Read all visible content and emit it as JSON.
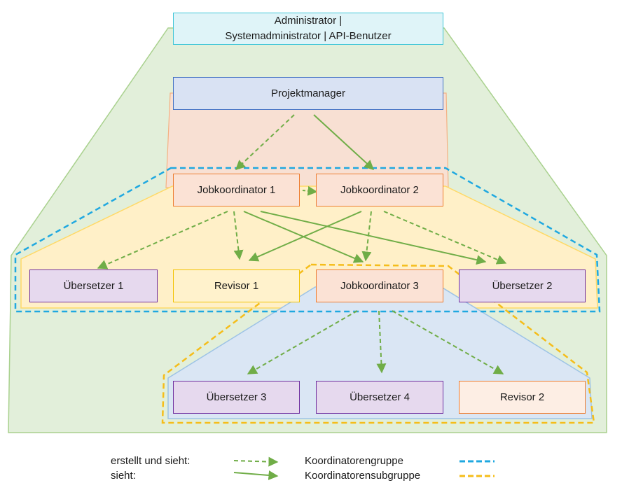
{
  "roles": {
    "admin": [
      "Administrator |",
      "Systemadministrator | API-Benutzer"
    ],
    "projektmanager": "Projektmanager",
    "jobkoordinator_1": "Jobkoordinator 1",
    "jobkoordinator_2": "Jobkoordinator 2",
    "jobkoordinator_3": "Jobkoordinator 3",
    "uebersetzer_1": "Übersetzer 1",
    "uebersetzer_2": "Übersetzer 2",
    "uebersetzer_3": "Übersetzer 3",
    "uebersetzer_4": "Übersetzer 4",
    "revisor_1": "Revisor 1",
    "revisor_2": "Revisor 2"
  },
  "legend": {
    "creates_and_sees": "erstellt und sieht:",
    "sees": "sieht:",
    "coordinator_group": "Koordinatorengruppe",
    "coordinator_subgroup": "Koordinatorensubgruppe"
  },
  "colors": {
    "arrow": "#70ad47",
    "coordinator_group": "#1fa8e0",
    "coordinator_subgroup": "#f5bd1a"
  }
}
